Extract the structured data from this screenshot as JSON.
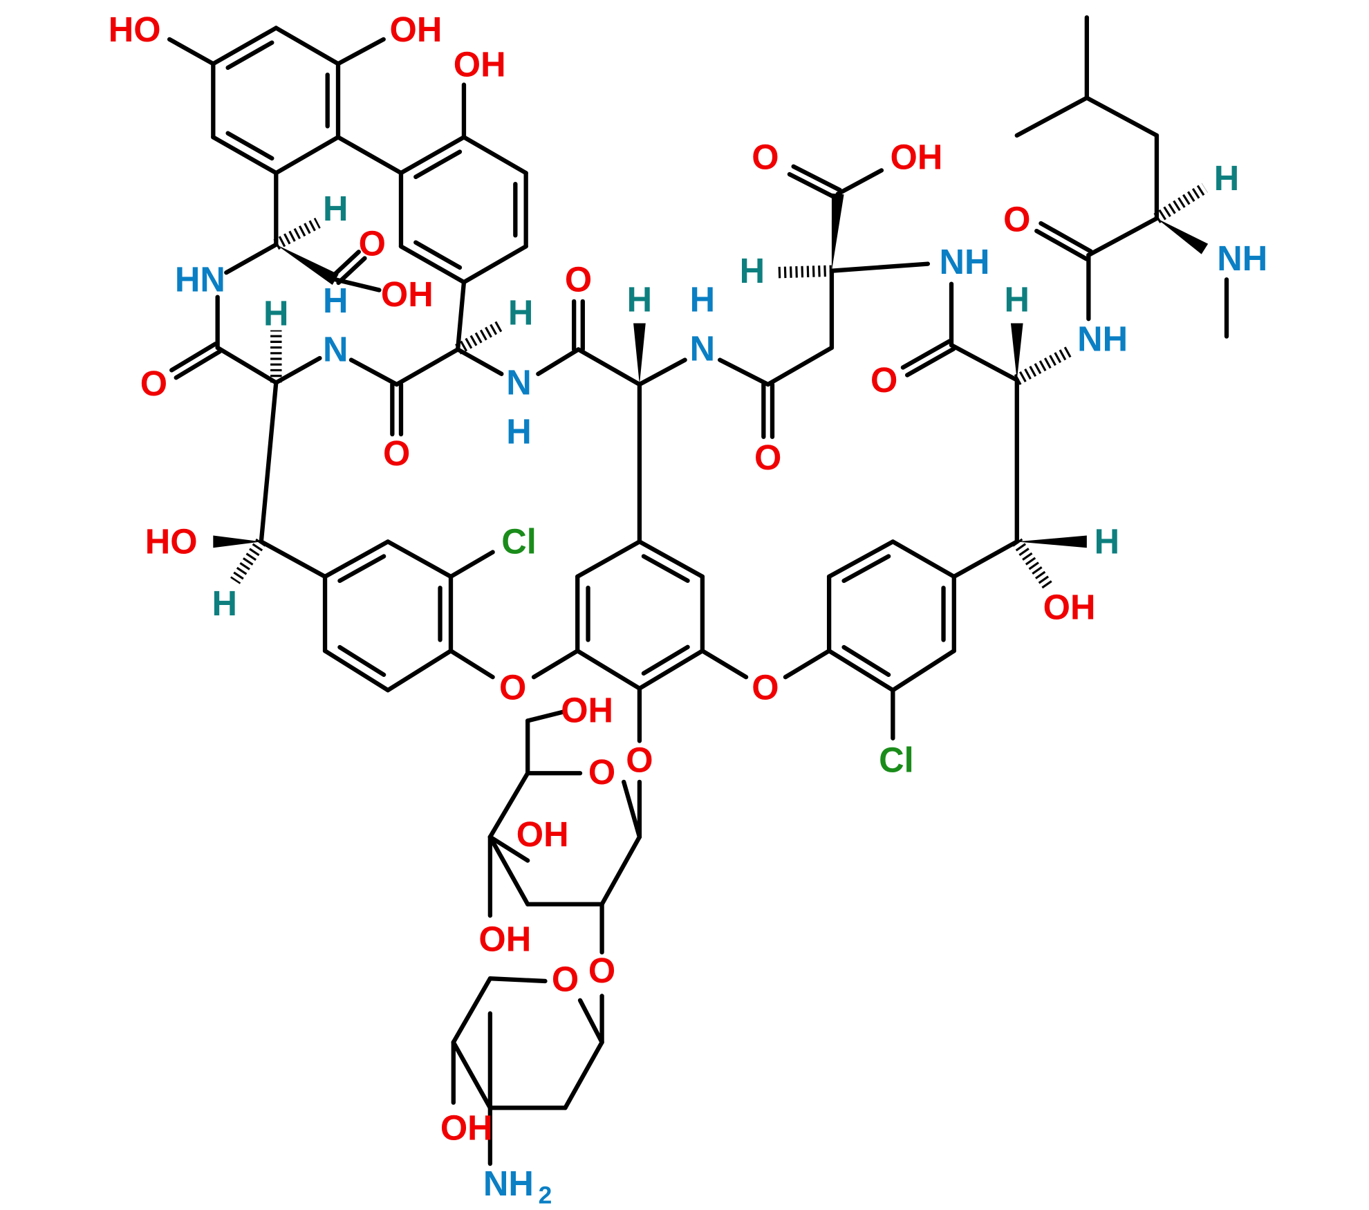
{
  "colors": {
    "oxygen": "#f00000",
    "nitrogen": "#0a7fc4",
    "hydrogen": "#0e7f7f",
    "chlorine": "#1a8c1a",
    "carbon": "#000000"
  },
  "labels": {
    "oh": "OH",
    "ho": "HO",
    "o": "O",
    "h": "H",
    "n": "N",
    "hn": "HN",
    "nh": "NH",
    "cl": "Cl",
    "nh2": "NH",
    "sub2": "2"
  }
}
